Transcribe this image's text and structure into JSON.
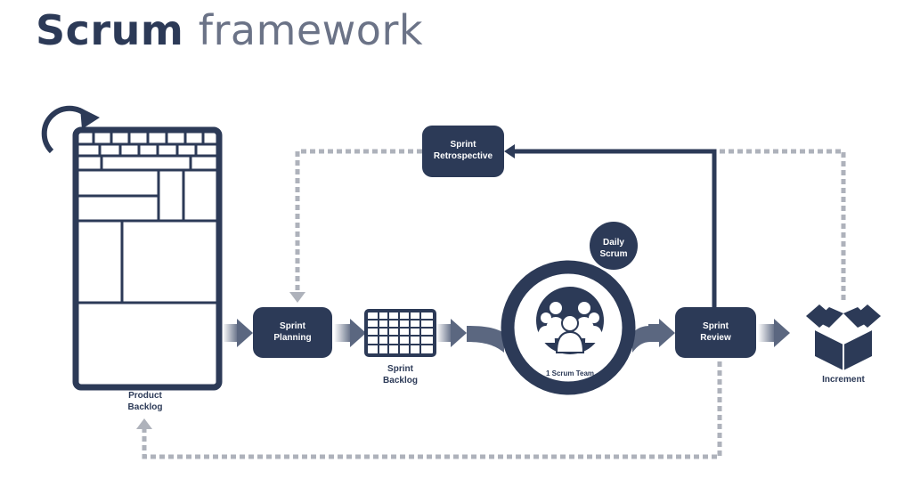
{
  "title": {
    "bold": "Scrum",
    "light": "framework"
  },
  "colors": {
    "navy": "#2c3a57",
    "dashed": "#aeb2bb",
    "arrow": "#5b6780",
    "text_light": "#6b7387"
  },
  "labels": {
    "product_backlog": "Product\nBacklog",
    "sprint_planning": "Sprint\nPlanning",
    "sprint_backlog": "Sprint\nBacklog",
    "sprint_retrospective": "Sprint\nRetrospective",
    "daily_scrum": "Daily\nScrum",
    "scrum_team": "1 Scrum Team",
    "sprint_review": "Sprint\nReview",
    "increment": "Increment"
  },
  "icons": [
    "refresh-cycle-icon",
    "product-backlog-board-icon",
    "sprint-backlog-grid-icon",
    "scrum-team-people-icon",
    "increment-box-icon"
  ]
}
